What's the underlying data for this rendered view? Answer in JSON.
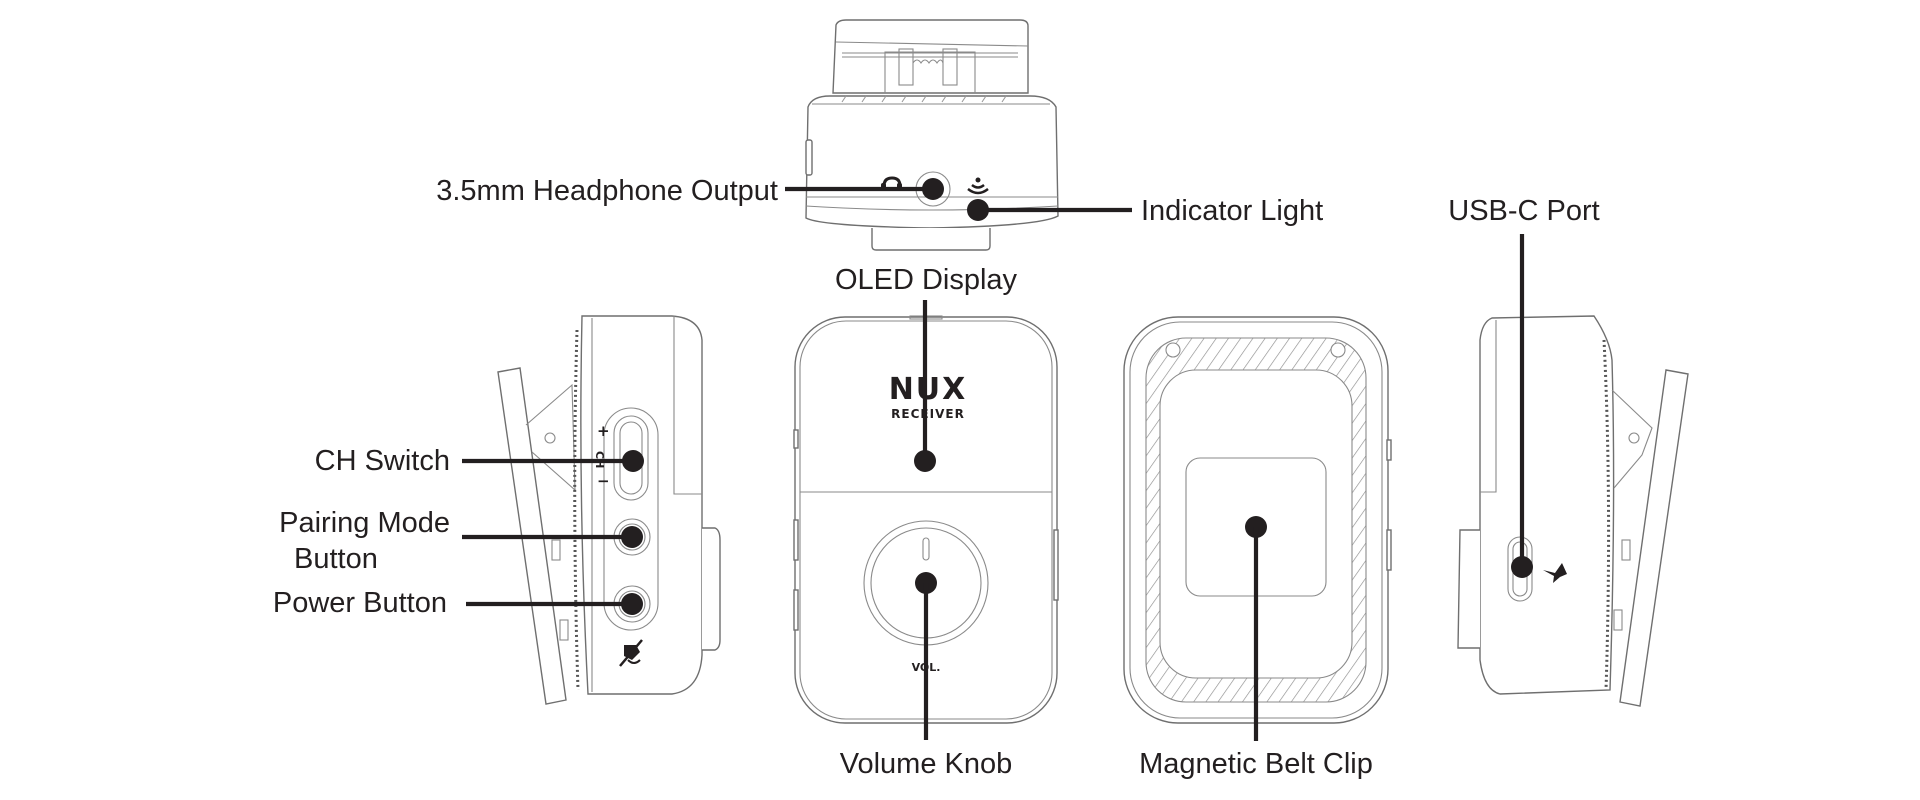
{
  "diagram": {
    "product": "NUX Receiver",
    "views": [
      "top-view",
      "left-side-view",
      "front-view",
      "back-view",
      "right-side-view"
    ],
    "device_markings": {
      "brand": "NUX",
      "model_label": "RECEIVER",
      "volume_label": "VOL.",
      "ch_plus": "+",
      "ch_label": "CH",
      "ch_minus": "−"
    },
    "callouts": [
      {
        "id": "headphone-output",
        "label": "3.5mm Headphone Output",
        "icon": "headphone-icon"
      },
      {
        "id": "indicator-light",
        "label": "Indicator Light",
        "icon": "wireless-signal-icon"
      },
      {
        "id": "usb-c-port",
        "label": "USB-C Port",
        "icon": "lightning-charge-icon"
      },
      {
        "id": "oled-display",
        "label": "OLED Display"
      },
      {
        "id": "ch-switch",
        "label": "CH Switch"
      },
      {
        "id": "pairing-mode-button",
        "label_lines": [
          "Pairing Mode",
          "Button"
        ]
      },
      {
        "id": "power-button",
        "label": "Power Button",
        "icon": "power-mute-icon"
      },
      {
        "id": "volume-knob",
        "label": "Volume Knob"
      },
      {
        "id": "magnetic-belt-clip",
        "label": "Magnetic Belt Clip"
      }
    ],
    "colors": {
      "leader": "#231f20",
      "outline": "#6f6f6f",
      "background": "#ffffff"
    }
  }
}
